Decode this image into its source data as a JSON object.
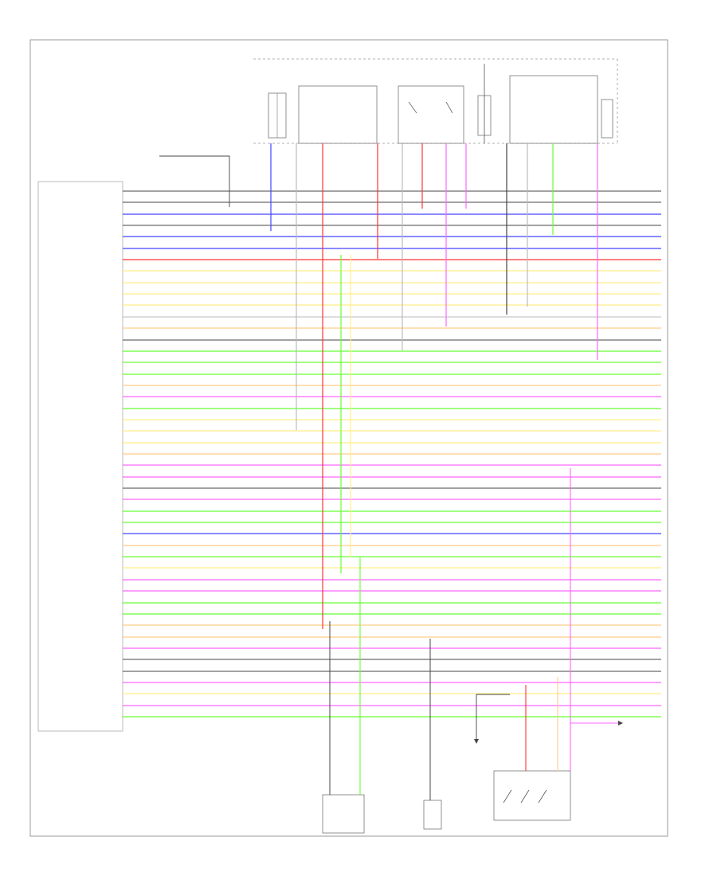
{
  "page": {
    "number": ""
  },
  "colors": {
    "red": "#ff3333",
    "pink": "#ff66ff",
    "blue": "#4444ff",
    "green": "#66ff33",
    "yellow": "#ffee88",
    "orange": "#ffcc88",
    "black": "#444444",
    "gray": "#bbbbbb",
    "dark": "#222222"
  },
  "pcm": {
    "pins": [
      {
        "label": "",
        "pin": "",
        "wire": "",
        "color": "black"
      },
      {
        "label": "",
        "pin": "",
        "wire": "",
        "color": "black"
      },
      {
        "label": "",
        "pin": "",
        "wire": "",
        "color": "blue"
      },
      {
        "label": "",
        "pin": "",
        "wire": "",
        "color": "black"
      },
      {
        "label": "",
        "pin": "",
        "wire": "",
        "color": "blue"
      },
      {
        "label": "",
        "pin": "",
        "wire": "",
        "color": "blue"
      },
      {
        "label": "",
        "pin": "",
        "wire": "",
        "color": "red"
      },
      {
        "label": "",
        "pin": "",
        "wire": "",
        "color": "yellow"
      },
      {
        "label": "",
        "pin": "",
        "wire": "",
        "color": "yellow"
      },
      {
        "label": "",
        "pin": "",
        "wire": "",
        "color": "yellow"
      },
      {
        "label": "",
        "pin": "",
        "wire": "",
        "color": "yellow"
      },
      {
        "label": "",
        "pin": "",
        "wire": "",
        "color": "gray"
      },
      {
        "label": "",
        "pin": "",
        "wire": "",
        "color": "orange"
      },
      {
        "label": "",
        "pin": "",
        "wire": "",
        "color": "black"
      },
      {
        "label": "",
        "pin": "",
        "wire": "",
        "color": "green"
      },
      {
        "label": "",
        "pin": "",
        "wire": "",
        "color": "green"
      },
      {
        "label": "",
        "pin": "",
        "wire": "",
        "color": "green"
      },
      {
        "label": "",
        "pin": "",
        "wire": "",
        "color": "orange"
      },
      {
        "label": "",
        "pin": "",
        "wire": "",
        "color": "pink"
      },
      {
        "label": "",
        "pin": "",
        "wire": "",
        "color": "green"
      },
      {
        "label": "",
        "pin": "",
        "wire": "",
        "color": "yellow"
      },
      {
        "label": "",
        "pin": "",
        "wire": "",
        "color": "yellow"
      },
      {
        "label": "",
        "pin": "",
        "wire": "",
        "color": "yellow"
      },
      {
        "label": "",
        "pin": "",
        "wire": "",
        "color": "orange"
      },
      {
        "label": "",
        "pin": "",
        "wire": "",
        "color": "pink"
      },
      {
        "label": "",
        "pin": "",
        "wire": "",
        "color": "pink"
      },
      {
        "label": "",
        "pin": "",
        "wire": "",
        "color": "black"
      },
      {
        "label": "",
        "pin": "",
        "wire": "",
        "color": "pink"
      },
      {
        "label": "",
        "pin": "",
        "wire": "",
        "color": "green"
      },
      {
        "label": "",
        "pin": "",
        "wire": "",
        "color": "green"
      },
      {
        "label": "",
        "pin": "",
        "wire": "",
        "color": "blue"
      },
      {
        "label": "",
        "pin": "",
        "wire": "",
        "color": "orange"
      },
      {
        "label": "",
        "pin": "",
        "wire": "",
        "color": "green"
      },
      {
        "label": "",
        "pin": "",
        "wire": "",
        "color": "yellow"
      },
      {
        "label": "",
        "pin": "",
        "wire": "",
        "color": "pink"
      },
      {
        "label": "",
        "pin": "",
        "wire": "",
        "color": "pink"
      },
      {
        "label": "",
        "pin": "",
        "wire": "",
        "color": "green"
      },
      {
        "label": "",
        "pin": "",
        "wire": "",
        "color": "green"
      },
      {
        "label": "",
        "pin": "",
        "wire": "",
        "color": "orange"
      },
      {
        "label": "",
        "pin": "",
        "wire": "",
        "color": "orange"
      },
      {
        "label": "",
        "pin": "",
        "wire": "",
        "color": "pink"
      },
      {
        "label": "",
        "pin": "",
        "wire": "",
        "color": "black"
      },
      {
        "label": "",
        "pin": "",
        "wire": "",
        "color": "black"
      },
      {
        "label": "",
        "pin": "",
        "wire": "",
        "color": "pink"
      },
      {
        "label": "",
        "pin": "",
        "wire": "",
        "color": "yellow"
      },
      {
        "label": "",
        "pin": "",
        "wire": "",
        "color": "pink"
      },
      {
        "label": "",
        "pin": "",
        "wire": "",
        "color": "green"
      }
    ],
    "footer": ""
  },
  "right_labels": [],
  "top_components": [],
  "bottom_components": []
}
